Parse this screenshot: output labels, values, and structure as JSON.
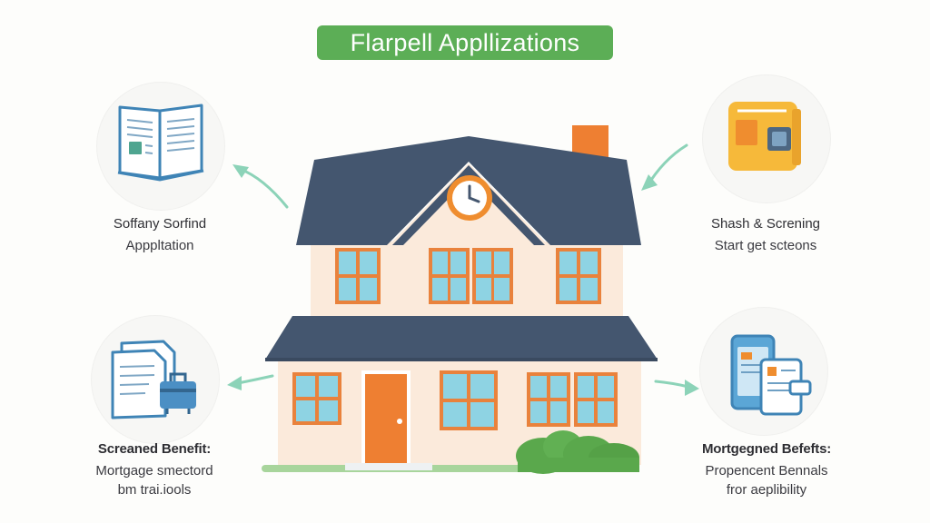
{
  "title": "Flarpell Appllizations",
  "items": {
    "top_left": {
      "title": "Soffany Sorfind",
      "lines": [
        "Apppltation"
      ]
    },
    "top_right": {
      "title": "Shash & Screning",
      "lines": [
        "Start get scteons"
      ]
    },
    "bottom_left": {
      "title": "Screaned Benefit:",
      "lines": [
        "Mortgage smectord",
        "bm trai.iools"
      ]
    },
    "bottom_right": {
      "title": "Mortgegned Befefts:",
      "lines": [
        "Propencent Bennals",
        "fror aeplibility"
      ]
    }
  },
  "colors": {
    "title_bg": "#5cae56",
    "roof": "#44566f",
    "wall": "#fbeadb",
    "window_frame": "#e9823c",
    "window_glass": "#8ed3e3",
    "door": "#ee7f32",
    "chimney": "#ee7f32",
    "arrow": "#8cd3b8",
    "bush": "#5aa84c"
  },
  "icons": {
    "top_left": "open-book-icon",
    "top_right": "media-window-icon",
    "bottom_left": "documents-briefcase-icon",
    "bottom_right": "mobile-devices-icon",
    "center": "house-icon",
    "clock": "clock-icon"
  }
}
